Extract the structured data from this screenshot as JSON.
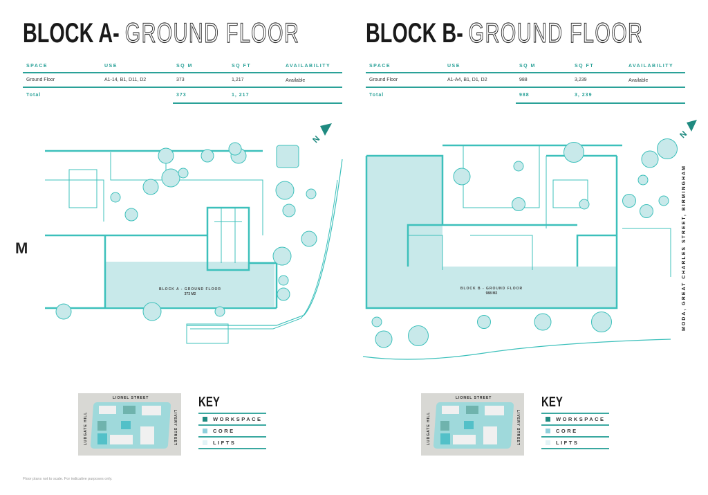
{
  "logo_text": "M",
  "footer_note": "Floor plans not to scale. For indicative purposes only.",
  "side_address": "MODA, GREAT CHARLES STREET, BIRMINGHAM",
  "colors": {
    "accent": "#2aa198",
    "workspace": "#1f8a80",
    "core": "#8fd0dc",
    "lifts": "#e3f3f6",
    "plan_fill": "#c8e9ea",
    "plan_line": "#3cc0bb",
    "map_bg": "#d8d8d4"
  },
  "blocks": [
    {
      "title_solid": "BLOCK A-",
      "title_outline": "GROUND FLOOR",
      "table": {
        "headers": [
          "SPACE",
          "USE",
          "SQ M",
          "SQ FT",
          "AVAILABILITY"
        ],
        "row": [
          "Ground Floor",
          "A1-14, B1, D11, D2",
          "373",
          "1,217",
          "Available"
        ],
        "total": [
          "Total",
          "373",
          "1, 217"
        ]
      },
      "plan_label": "BLOCK A - GROUND FLOOR",
      "plan_area": "373 M2",
      "north": "N",
      "map_streets": {
        "top": "LIONEL STREET",
        "left": "LUDGATE HILL",
        "right": "LIVERY STREET"
      },
      "key": {
        "title": "KEY",
        "items": [
          {
            "label": "WORKSPACE",
            "icon": "swatch-workspace"
          },
          {
            "label": "CORE",
            "icon": "swatch-core"
          },
          {
            "label": "LIFTS",
            "icon": "swatch-lifts"
          }
        ]
      }
    },
    {
      "title_solid": "BLOCK B-",
      "title_outline": "GROUND FLOOR",
      "table": {
        "headers": [
          "SPACE",
          "USE",
          "SQ M",
          "SQ FT",
          "AVAILABILITY"
        ],
        "row": [
          "Ground Floor",
          "A1-A4, B1, D1, D2",
          "988",
          "3,239",
          "Available"
        ],
        "total": [
          "Total",
          "988",
          "3, 239"
        ]
      },
      "plan_label": "BLOCK B - GROUND FLOOR",
      "plan_area": "988 M2",
      "north": "N",
      "map_streets": {
        "top": "LIONEL STREET",
        "left": "LUDGATE HILL",
        "right": "LIVERY STREET"
      },
      "key": {
        "title": "KEY",
        "items": [
          {
            "label": "WORKSPACE",
            "icon": "swatch-workspace"
          },
          {
            "label": "CORE",
            "icon": "swatch-core"
          },
          {
            "label": "LIFTS",
            "icon": "swatch-lifts"
          }
        ]
      }
    }
  ]
}
